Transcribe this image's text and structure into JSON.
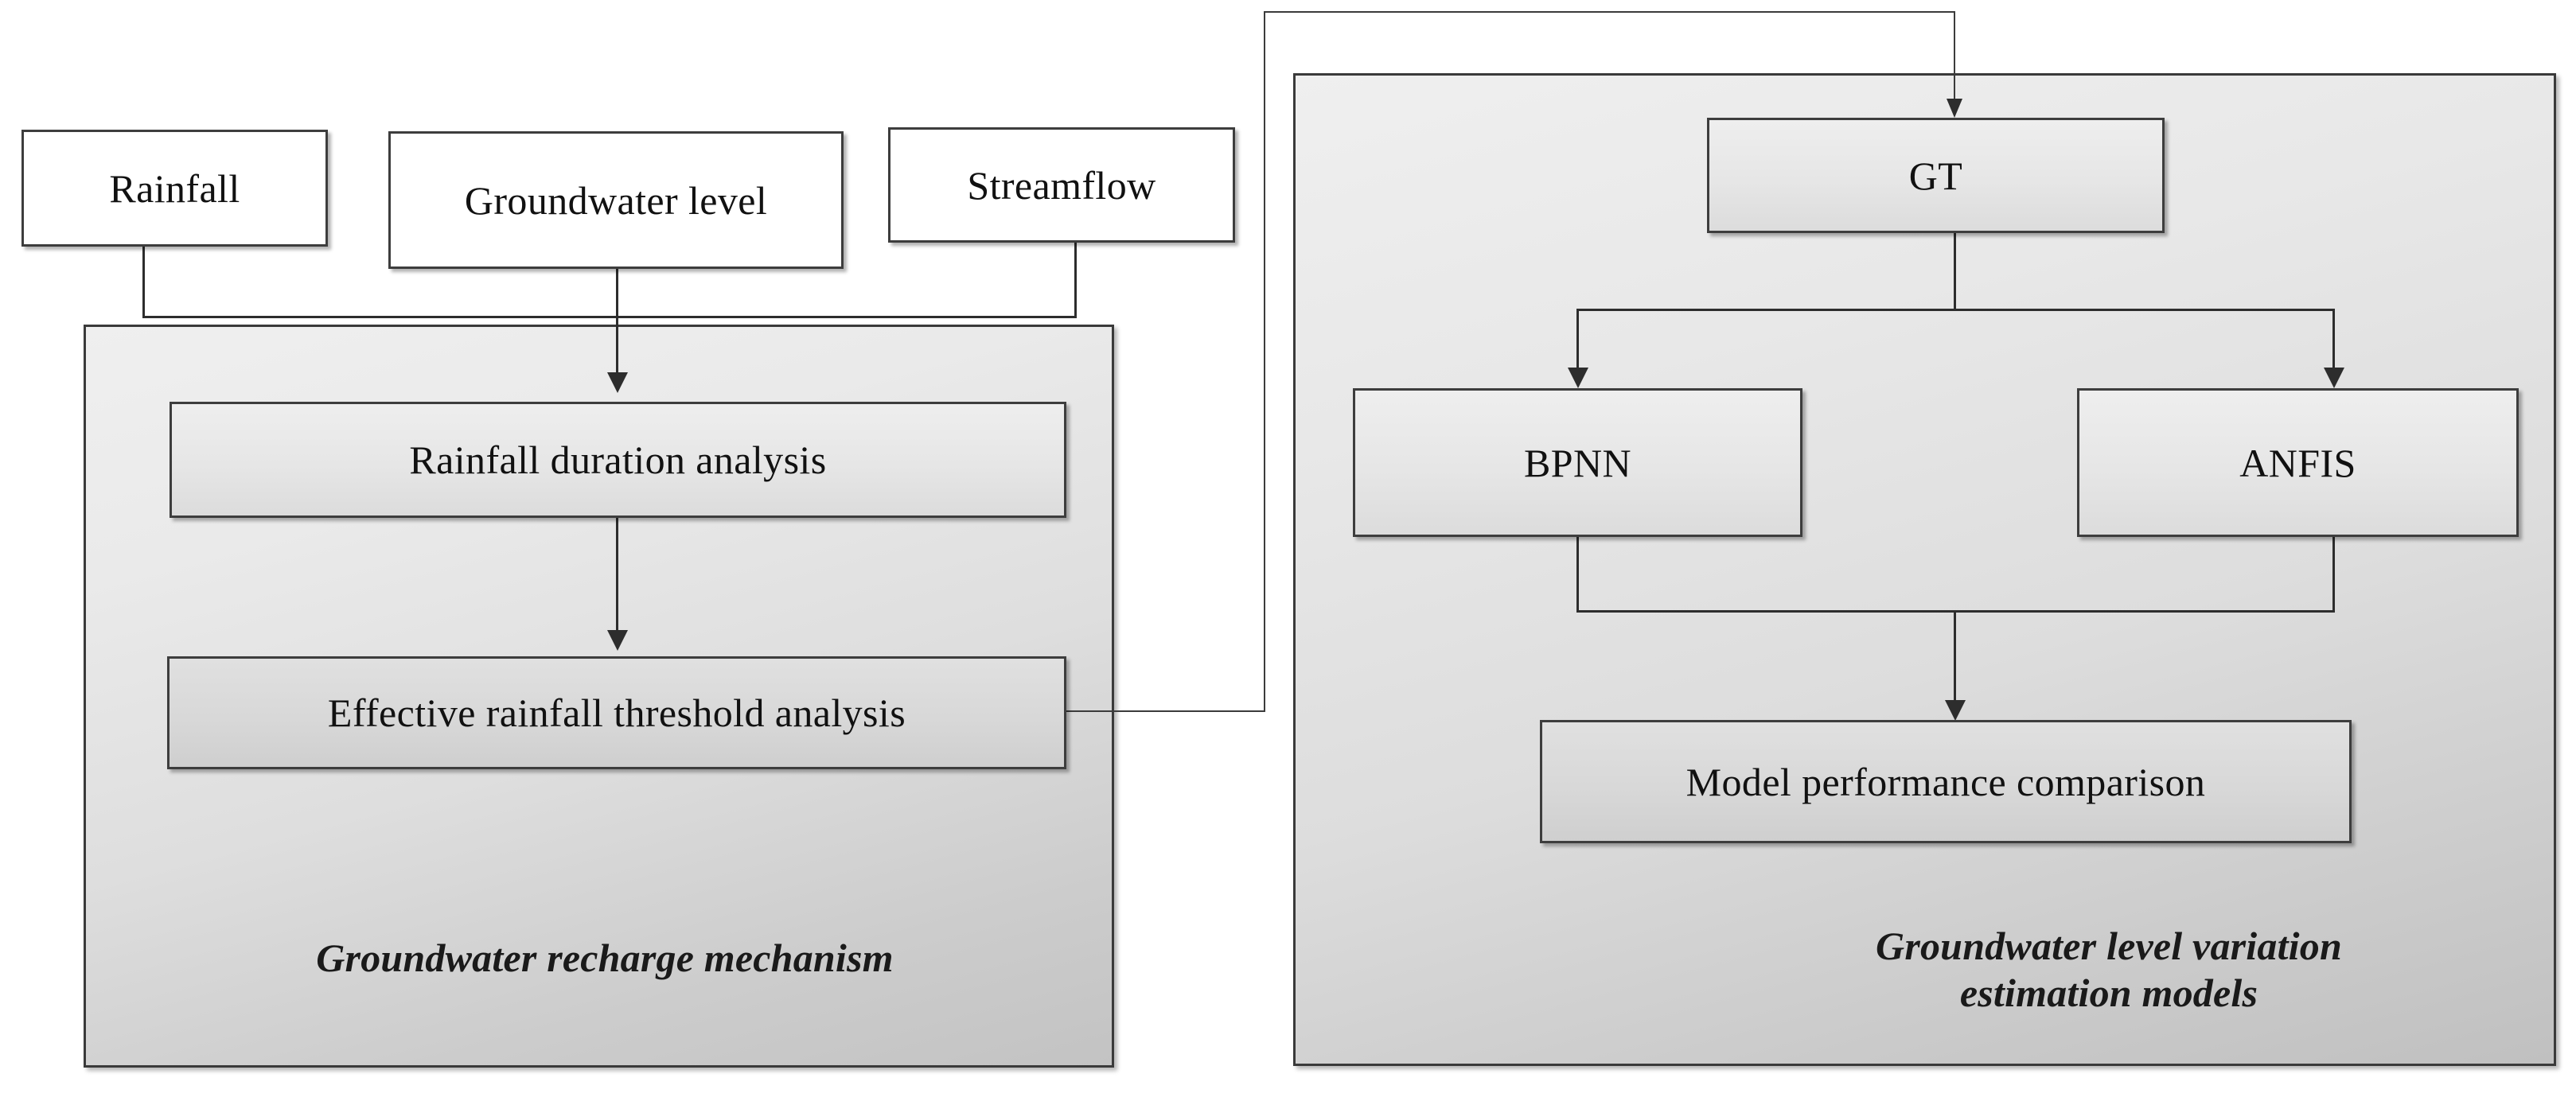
{
  "diagram": {
    "title": "Groundwater study research framework flowchart",
    "colors": {
      "node_border": "#3d3d3d",
      "panel_border": "#3a3a3a",
      "connector": "#2d2d2d",
      "node_fill_white": "#ffffff",
      "node_fill_gray": "#e6e6e6",
      "panel_fill_top": "#efefef",
      "panel_fill_bottom": "#c0c0c0",
      "text": "#111111"
    }
  },
  "inputs": [
    {
      "id": "rainfall",
      "label": "Rainfall"
    },
    {
      "id": "groundwater-level",
      "label": "Groundwater  level"
    },
    {
      "id": "streamflow",
      "label": "Streamflow"
    }
  ],
  "left_panel": {
    "caption": "Groundwater recharge mechanism",
    "nodes": [
      {
        "id": "rainfall-duration-analysis",
        "label": "Rainfall  duration  analysis"
      },
      {
        "id": "effective-rainfall-threshold-analysis",
        "label": "Effective rainfall threshold  analysis"
      }
    ]
  },
  "right_panel": {
    "caption": "Groundwater level variation\nestimation models",
    "nodes": [
      {
        "id": "gt",
        "label": "GT"
      },
      {
        "id": "bpnn",
        "label": "BPNN"
      },
      {
        "id": "anfis",
        "label": "ANFIS"
      },
      {
        "id": "model-performance-comparison",
        "label": "Model performance  comparison"
      }
    ]
  },
  "edges": [
    {
      "from": "rainfall",
      "to": "rainfall-duration-analysis"
    },
    {
      "from": "groundwater-level",
      "to": "rainfall-duration-analysis"
    },
    {
      "from": "streamflow",
      "to": "rainfall-duration-analysis"
    },
    {
      "from": "rainfall-duration-analysis",
      "to": "effective-rainfall-threshold-analysis"
    },
    {
      "from": "effective-rainfall-threshold-analysis",
      "to": "gt"
    },
    {
      "from": "gt",
      "to": "bpnn"
    },
    {
      "from": "gt",
      "to": "anfis"
    },
    {
      "from": "bpnn",
      "to": "model-performance-comparison"
    },
    {
      "from": "anfis",
      "to": "model-performance-comparison"
    }
  ]
}
